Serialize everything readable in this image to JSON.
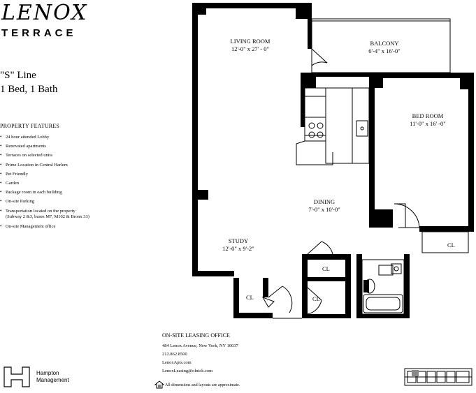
{
  "brand": {
    "logo_script": "LENOX",
    "logo_sub": "TERRACE"
  },
  "unit": {
    "line": "\"S\" Line",
    "beds": "1 Bed, 1 Bath"
  },
  "features": {
    "title": "PROPERTY FEATURES",
    "items": [
      "24 hour attended Lobby",
      "Renovated apartments",
      "Terraces on selected units",
      "Prime Location in Central Harlem",
      "Pet Friendly",
      "Garden",
      "Package room in each building",
      "On-site Parking",
      "Transportation located on the property"
    ],
    "transport_sub": "(Subway 2 &3, buses M7, M102 & Bronx 33)",
    "last_item": "On-site Management office"
  },
  "office": {
    "title": "ON-SITE LEASING OFFICE",
    "address": "484 Lenox Avenue, New York, NY 10037",
    "phone": "212.862.8500",
    "web": "LenoxApts.com",
    "email": "LenoxLeasing@olnick.com"
  },
  "management": {
    "name_line1": "Hampton",
    "name_line2": "Management"
  },
  "disclaimer": "All dimensions and layouts are approximate.",
  "rooms": {
    "living": {
      "name": "LIVING ROOM",
      "dims": "12'-0\" x 27' - 0\""
    },
    "balcony": {
      "name": "BALCONY",
      "dims": "6'-4\" x 16'-0\""
    },
    "bedroom": {
      "name": "BED ROOM",
      "dims": "11'-0\" x 16' -0\""
    },
    "dining": {
      "name": "DINING",
      "dims": "7'-0\" x 10'-0\""
    },
    "study": {
      "name": "STUDY",
      "dims": "12'-0\" x 9'-2\""
    },
    "closet_label": "CL"
  }
}
